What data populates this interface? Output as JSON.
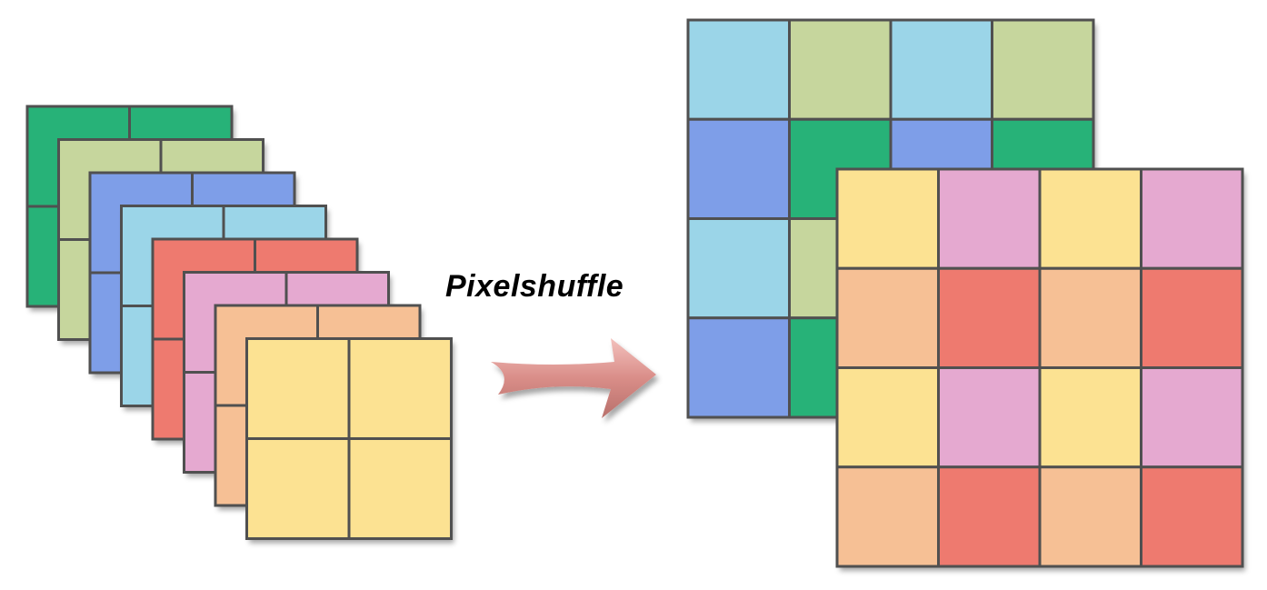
{
  "label": "Pixelshuffle",
  "colors": {
    "green": "#27b278",
    "sage": "#c6d69d",
    "blue": "#7e9ee8",
    "cyan": "#9bd5e8",
    "red": "#ee7a6f",
    "pink": "#e5a9d0",
    "peach": "#f6c095",
    "yellow": "#fce292",
    "grid_line": "#505050",
    "arrow": "#d98d88"
  },
  "input_stack": [
    "green",
    "sage",
    "blue",
    "cyan",
    "red",
    "pink",
    "peach",
    "yellow"
  ],
  "output_back_grid": [
    [
      "cyan",
      "sage",
      "cyan",
      "sage"
    ],
    [
      "blue",
      "green",
      "blue",
      "green"
    ],
    [
      "cyan",
      "sage",
      "cyan",
      "sage"
    ],
    [
      "blue",
      "green",
      "blue",
      "green"
    ]
  ],
  "output_front_grid": [
    [
      "yellow",
      "pink",
      "yellow",
      "pink"
    ],
    [
      "peach",
      "red",
      "peach",
      "red"
    ],
    [
      "yellow",
      "pink",
      "yellow",
      "pink"
    ],
    [
      "peach",
      "red",
      "peach",
      "red"
    ]
  ]
}
